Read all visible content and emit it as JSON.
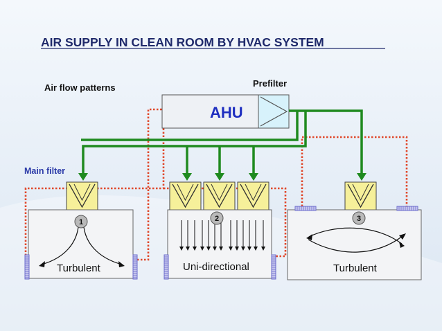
{
  "title": "AIR SUPPLY IN CLEAN ROOM BY HVAC SYSTEM",
  "subtitle": "Air flow patterns",
  "ahu": {
    "label": "AHU",
    "prefilter_label": "Prefilter"
  },
  "main_filter_label": "Main filter",
  "rooms": [
    {
      "number": "1",
      "label": "Turbulent"
    },
    {
      "number": "2",
      "label": "Uni-directional"
    },
    {
      "number": "3",
      "label": "Turbulent"
    }
  ],
  "colors": {
    "supply_duct": "#1f8a1f",
    "return_duct": "#e0472a",
    "filter_fill": "#f6f09a",
    "grille": "#6a6acc"
  }
}
